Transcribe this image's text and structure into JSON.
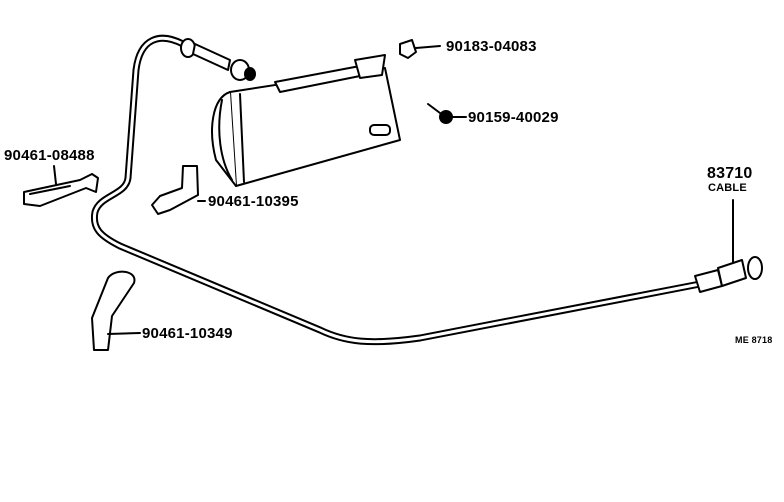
{
  "labels": {
    "part_90183": "90183-04083",
    "part_90159": "90159-40029",
    "part_90461_08488": "90461-08488",
    "part_90461_10395": "90461-10395",
    "part_90461_10349": "90461-10349",
    "part_83710_number": "83710",
    "part_83710_name": "CABLE",
    "drawing_code": "ME 8718"
  },
  "colors": {
    "ink": "#000000",
    "paper": "#ffffff"
  }
}
